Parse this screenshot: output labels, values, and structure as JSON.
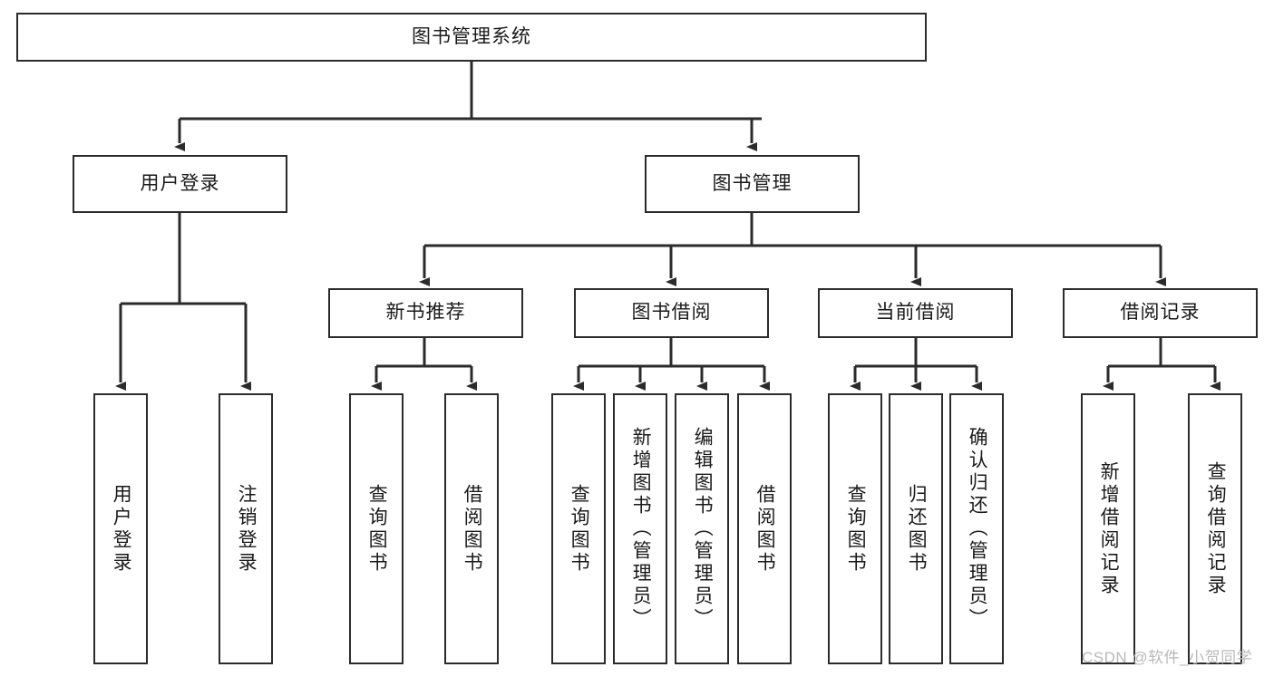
{
  "diagram": {
    "type": "hierarchy-tree",
    "title": "图书管理系统",
    "watermark": "CSDN @软件_小贺同学",
    "colors": {
      "stroke": "#2b2b2b",
      "fill": "#ffffff",
      "text": "#1a1a1a",
      "watermark": "#b9b9b9"
    },
    "root": {
      "label": "图书管理系统"
    },
    "level2": [
      {
        "label": "用户登录"
      },
      {
        "label": "图书管理"
      }
    ],
    "level3": [
      {
        "label": "新书推荐"
      },
      {
        "label": "图书借阅"
      },
      {
        "label": "当前借阅"
      },
      {
        "label": "借阅记录"
      }
    ],
    "leaves": {
      "user_login": [
        {
          "label": "用户登录"
        },
        {
          "label": "注销登录"
        }
      ],
      "new_book": [
        {
          "label": "查询图书"
        },
        {
          "label": "借阅图书"
        }
      ],
      "book_borrow": [
        {
          "label": "查询图书"
        },
        {
          "label": "新增图书（管理员）"
        },
        {
          "label": "编辑图书（管理员）"
        },
        {
          "label": "借阅图书"
        }
      ],
      "current_borrow": [
        {
          "label": "查询图书"
        },
        {
          "label": "归还图书"
        },
        {
          "label": "确认归还（管理员）"
        }
      ],
      "borrow_record": [
        {
          "label": "新增借阅记录"
        },
        {
          "label": "查询借阅记录"
        }
      ]
    }
  }
}
